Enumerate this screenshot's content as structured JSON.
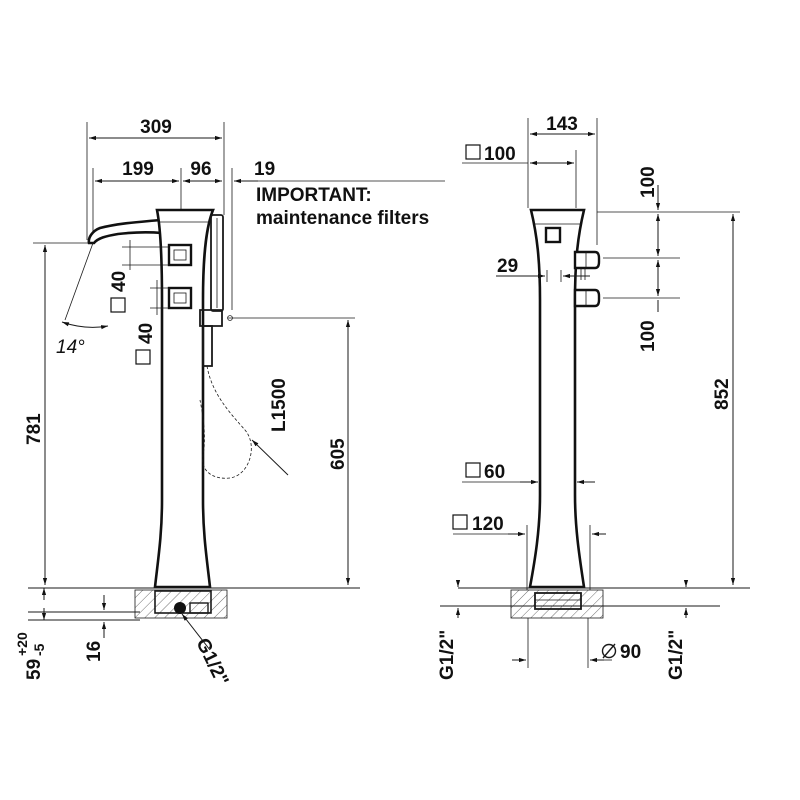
{
  "left_view": {
    "total_width": "309",
    "spout_reach": "199",
    "body_to_shower": "96",
    "shower_offset": "19",
    "note_line1": "IMPORTANT:",
    "note_line2": "maintenance filters",
    "knob_size_top": "40",
    "knob_size_bottom": "40",
    "angle": "14°",
    "height_spout": "781",
    "height_shower": "605",
    "hose_length": "L1500",
    "depth_pipe": "16",
    "depth_total_main": "59",
    "depth_total_sup": "+20",
    "depth_total_sub": "-5",
    "connection": "G1/2\""
  },
  "right_view": {
    "depth": "143",
    "top_square": "100",
    "knob_spacing_top": "100",
    "knob_spacing_bottom": "100",
    "knob_size": "29",
    "total_height": "852",
    "mid_square": "60",
    "base_square": "120",
    "pipe_diameter": "90",
    "connection_left": "G1/2\"",
    "connection_right": "G1/2\""
  }
}
